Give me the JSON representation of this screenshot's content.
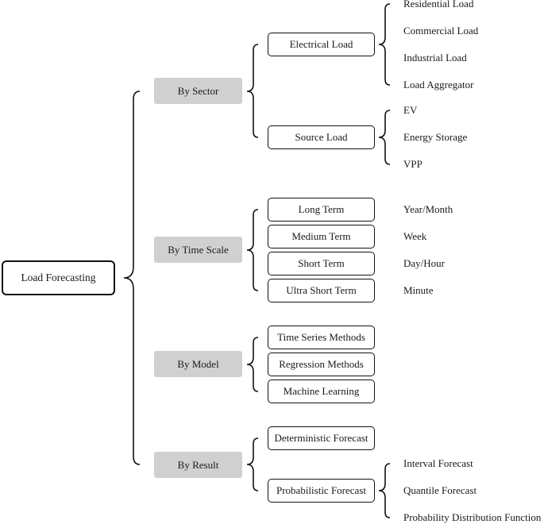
{
  "root": "Load Forecasting",
  "categories": {
    "sector": "By Sector",
    "time_scale": "By Time Scale",
    "model": "By Model",
    "result": "By Result"
  },
  "sector": {
    "electrical": {
      "label": "Electrical Load",
      "items": [
        "Residential Load",
        "Commercial Load",
        "Industrial Load",
        "Load Aggregator"
      ]
    },
    "source": {
      "label": "Source Load",
      "items": [
        "EV",
        "Energy Storage",
        "VPP"
      ]
    }
  },
  "time_scale": {
    "terms": [
      "Long Term",
      "Medium Term",
      "Short Term",
      "Ultra Short Term"
    ],
    "units": [
      "Year/Month",
      "Week",
      "Day/Hour",
      "Minute"
    ]
  },
  "model": {
    "methods": [
      "Time Series Methods",
      "Regression Methods",
      "Machine Learning"
    ]
  },
  "result": {
    "deterministic": "Deterministic Forecast",
    "probabilistic": {
      "label": "Probabilistic Forecast",
      "items": [
        "Interval Forecast",
        "Quantile Forecast",
        "Probability Distribution Function"
      ]
    }
  }
}
